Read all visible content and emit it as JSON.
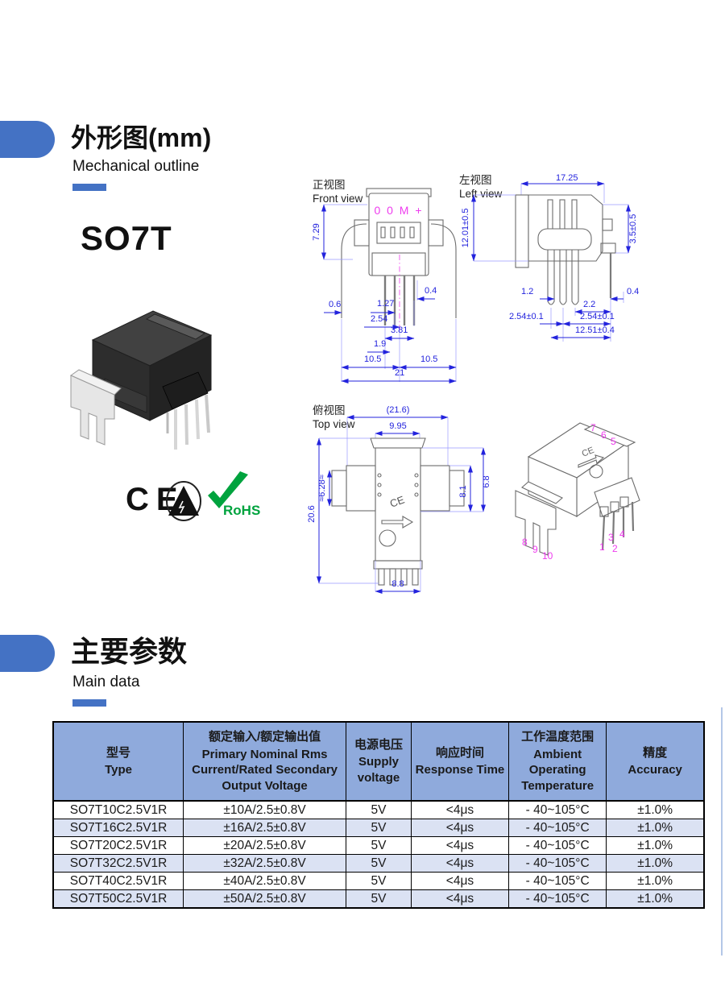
{
  "section_outline": {
    "title_cn": "外形图(mm)",
    "subtitle_en": "Mechanical outline",
    "product_name": "SO7T"
  },
  "certs": {
    "ce": "CE",
    "rohs": "RoHS"
  },
  "front_view": {
    "label_cn": "正视图",
    "label_en": "Front view",
    "marking": "0 0 M +",
    "dims": {
      "h": "7.29",
      "p04": "0.4",
      "p06": "0.6",
      "p127": "1.27",
      "p254": "2.54",
      "p381": "3.81",
      "p19": "1.9",
      "l105": "10.5",
      "r105": "10.5",
      "w21": "21"
    }
  },
  "left_view": {
    "label_cn": "左视图",
    "label_en": "Left view",
    "dims": {
      "w1725": "17.25",
      "h1201": "12.01±0.5",
      "h35": "3.5±0.5",
      "p12": "1.2",
      "p04": "0.4",
      "p22": "2.2",
      "l254": "2.54±0.1",
      "r254": "2.54±0.1",
      "w1251": "12.51±0.4"
    }
  },
  "top_view": {
    "label_cn": "俯视图",
    "label_en": "Top view",
    "ce_mark": "CE",
    "dims": {
      "w216": "(21.6)",
      "w995": "9.95",
      "h628": "≈6.28≈",
      "h206": "20.6",
      "h68": "6.8",
      "h81": "8.1",
      "w88": "8.8"
    }
  },
  "iso_view": {
    "ce_mark": "CE",
    "pins": [
      "1",
      "2",
      "3",
      "4",
      "5",
      "6",
      "7",
      "8",
      "9",
      "10"
    ]
  },
  "section_main": {
    "title_cn": "主要参数",
    "subtitle_en": "Main data"
  },
  "table": {
    "headers": [
      {
        "cn": "型号",
        "en": "Type"
      },
      {
        "cn": "额定输入/额定输出值",
        "en": "Primary Nominal Rms Current/Rated Secondary Output Voltage"
      },
      {
        "cn": "电源电压",
        "en": "Supply voltage"
      },
      {
        "cn": "响应时间",
        "en": "Response Time"
      },
      {
        "cn": "工作温度范围",
        "en": "Ambient Operating Temperature"
      },
      {
        "cn": "精度",
        "en": "Accuracy"
      }
    ],
    "rows": [
      [
        "SO7T10C2.5V1R",
        "±10A/2.5±0.8V",
        "5V",
        "<4μs",
        "- 40~105°C",
        "±1.0%"
      ],
      [
        "SO7T16C2.5V1R",
        "±16A/2.5±0.8V",
        "5V",
        "<4μs",
        "- 40~105°C",
        "±1.0%"
      ],
      [
        "SO7T20C2.5V1R",
        "±20A/2.5±0.8V",
        "5V",
        "<4μs",
        "- 40~105°C",
        "±1.0%"
      ],
      [
        "SO7T32C2.5V1R",
        "±32A/2.5±0.8V",
        "5V",
        "<4μs",
        "- 40~105°C",
        "±1.0%"
      ],
      [
        "SO7T40C2.5V1R",
        "±40A/2.5±0.8V",
        "5V",
        "<4μs",
        "- 40~105°C",
        "±1.0%"
      ],
      [
        "SO7T50C2.5V1R",
        "±50A/2.5±0.8V",
        "5V",
        "<4μs",
        "- 40~105°C",
        "±1.0%"
      ]
    ]
  }
}
